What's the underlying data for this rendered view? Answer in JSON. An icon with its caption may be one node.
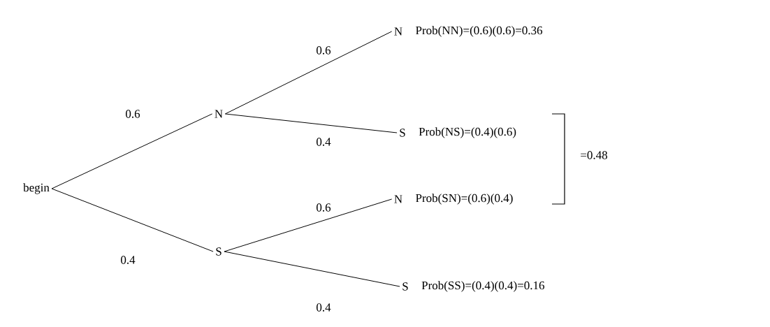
{
  "diagram": {
    "nodes": [
      {
        "text": [
          "begin"
        ]
      },
      {
        "text": [
          "N"
        ]
      },
      {
        "text": [
          "S"
        ]
      },
      {
        "text": [
          "N"
        ],
        "beside": [
          "Prob(NN)=(0.6)(0.6)=0.36"
        ]
      },
      {
        "text": [
          "S"
        ],
        "beside": [
          "Prob(NS)=(0.4)(0.6)"
        ]
      },
      {
        "text": [
          "N"
        ],
        "beside": [
          "Prob(SN)=(0.6)(0.4)"
        ]
      },
      {
        "text": [
          "S"
        ],
        "beside": [
          "Prob(SS)=(0.4)(0.4)=0.16"
        ]
      }
    ],
    "edges": [
      {
        "from": 0,
        "to": 1,
        "arrow": "none",
        "label": "0.6"
      },
      {
        "from": 0,
        "to": 2,
        "arrow": "none",
        "label": "0.4"
      },
      {
        "from": 1,
        "to": 3,
        "arrow": "none",
        "label": "0.6"
      },
      {
        "from": 1,
        "to": 4,
        "arrow": "none",
        "label": "0.4"
      },
      {
        "from": 2,
        "to": 5,
        "arrow": "none",
        "label": "0.6"
      },
      {
        "from": 2,
        "to": 6,
        "arrow": "none",
        "label": "0.4"
      }
    ],
    "labels": [
      "=0.48"
    ]
  }
}
